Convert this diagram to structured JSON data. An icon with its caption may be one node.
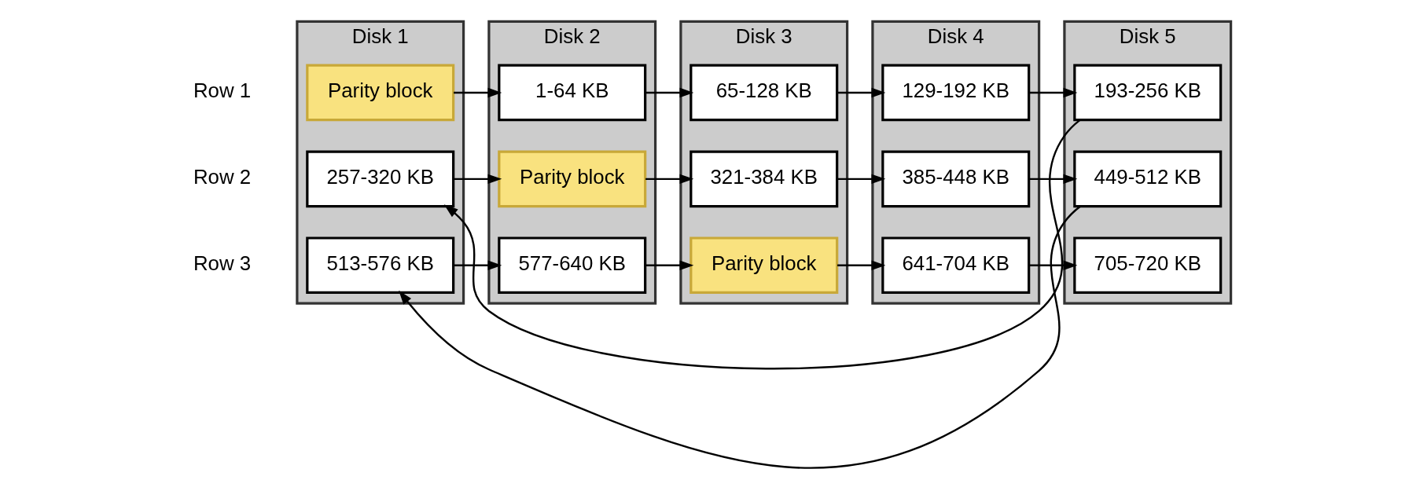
{
  "diagram": {
    "nodes": [
      {
        "text": [
          "Disk 1"
        ]
      },
      {
        "text": [
          "Parity block"
        ],
        "in": 0
      },
      {
        "text": [
          "257-320 KB"
        ],
        "in": 0
      },
      {
        "text": [
          "513-576 KB"
        ],
        "in": 0
      },
      {
        "text": [
          "Disk 2"
        ]
      },
      {
        "text": [
          "1-64 KB"
        ],
        "in": 4
      },
      {
        "text": [
          "Parity block"
        ],
        "in": 4
      },
      {
        "text": [
          "577-640 KB"
        ],
        "in": 4
      },
      {
        "text": [
          "Disk 3"
        ]
      },
      {
        "text": [
          "65-128 KB"
        ],
        "in": 8
      },
      {
        "text": [
          "321-384 KB"
        ],
        "in": 8
      },
      {
        "text": [
          "Parity block"
        ],
        "in": 8
      },
      {
        "text": [
          "Disk 4"
        ]
      },
      {
        "text": [
          "129-192 KB"
        ],
        "in": 12
      },
      {
        "text": [
          "385-448 KB"
        ],
        "in": 12
      },
      {
        "text": [
          "641-704 KB"
        ],
        "in": 12
      },
      {
        "text": [
          "Disk 5"
        ]
      },
      {
        "text": [
          "193-256 KB"
        ],
        "in": 16
      },
      {
        "text": [
          "449-512 KB"
        ],
        "in": 16
      },
      {
        "text": [
          "705-720 KB"
        ],
        "in": 16
      }
    ],
    "edges": [
      {
        "from": 1,
        "to": 5,
        "arrow": "to"
      },
      {
        "from": 5,
        "to": 9,
        "arrow": "to"
      },
      {
        "from": 9,
        "to": 13,
        "arrow": "to"
      },
      {
        "from": 13,
        "to": 17,
        "arrow": "to"
      },
      {
        "from": 17,
        "to": 2,
        "arrow": "to"
      },
      {
        "from": 2,
        "to": 6,
        "arrow": "to"
      },
      {
        "from": 6,
        "to": 10,
        "arrow": "to"
      },
      {
        "from": 10,
        "to": 14,
        "arrow": "to"
      },
      {
        "from": 14,
        "to": 18,
        "arrow": "to"
      },
      {
        "from": 18,
        "to": 3,
        "arrow": "to"
      },
      {
        "from": 3,
        "to": 7,
        "arrow": "to"
      },
      {
        "from": 7,
        "to": 11,
        "arrow": "to"
      },
      {
        "from": 11,
        "to": 15,
        "arrow": "to"
      },
      {
        "from": 15,
        "to": 19,
        "arrow": "to"
      }
    ],
    "labels": [
      "Row 1",
      "Row 2",
      "Row 3"
    ]
  }
}
